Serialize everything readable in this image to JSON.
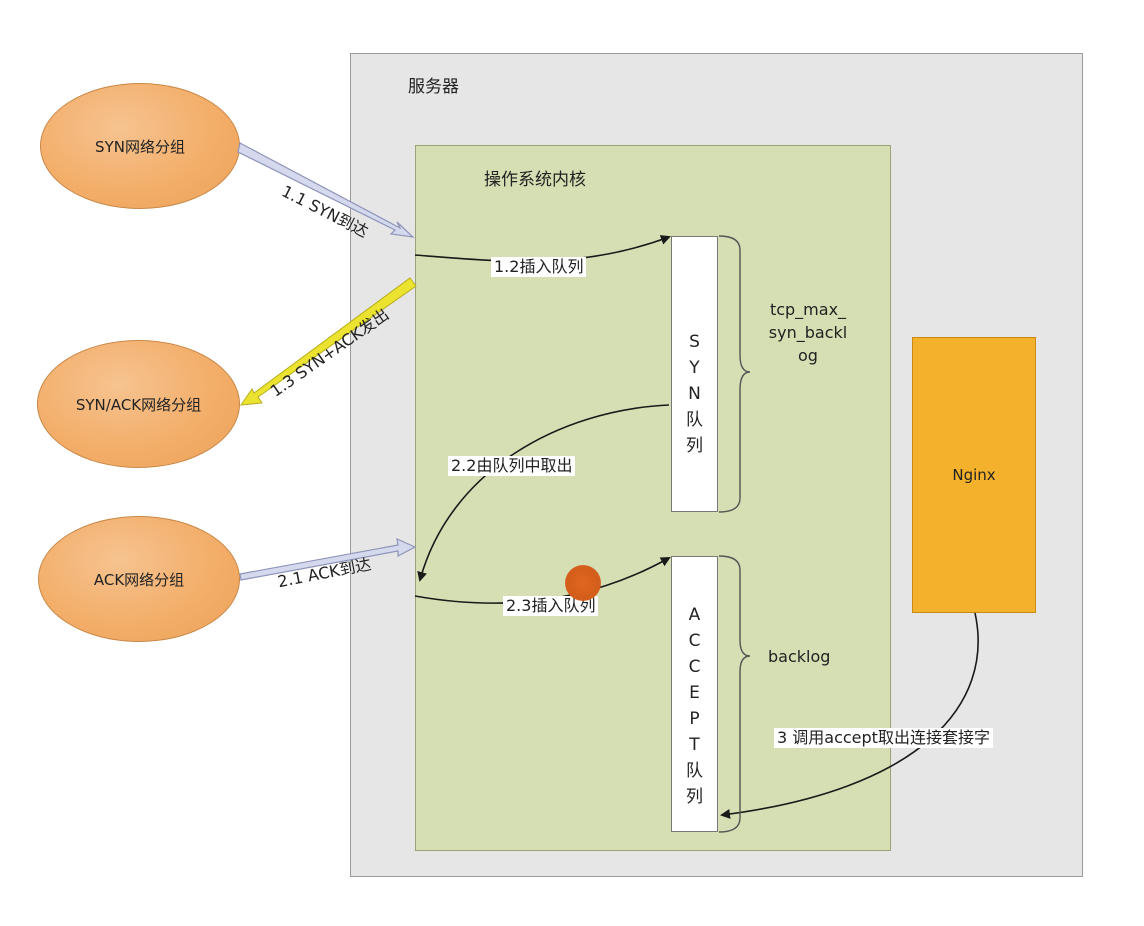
{
  "server": {
    "label": "服务器"
  },
  "kernel": {
    "label": "操作系统内核"
  },
  "packets": {
    "syn": "SYN网络分组",
    "synack": "SYN/ACK网络分组",
    "ack": "ACK网络分组"
  },
  "queues": {
    "syn": {
      "chars": [
        "S",
        "Y",
        "N",
        "队",
        "列"
      ]
    },
    "accept": {
      "chars": [
        "A",
        "C",
        "C",
        "E",
        "P",
        "T",
        "队",
        "列"
      ]
    }
  },
  "nginx": {
    "label": "Nginx"
  },
  "notes": {
    "syn_backlog": [
      "tcp_max_",
      "syn_backl",
      "og"
    ],
    "backlog": "backlog"
  },
  "steps": {
    "s1_1": "1.1 SYN到达",
    "s1_2": "1.2插入队列",
    "s1_3": "1.3 SYN+ACK发出",
    "s2_1": "2.1 ACK到达",
    "s2_2": "2.2由队列中取出",
    "s2_3": "2.3插入队列",
    "s3": "3 调用accept取出连接套接字"
  },
  "colors": {
    "server_bg": "#e6e6e6",
    "kernel_bg": "#d6dfb4",
    "packet": "#f3ae6a",
    "nginx": "#f4b12b",
    "outline_arrow": "#c8cde8",
    "yellow_arrow": "#e9e22a"
  }
}
